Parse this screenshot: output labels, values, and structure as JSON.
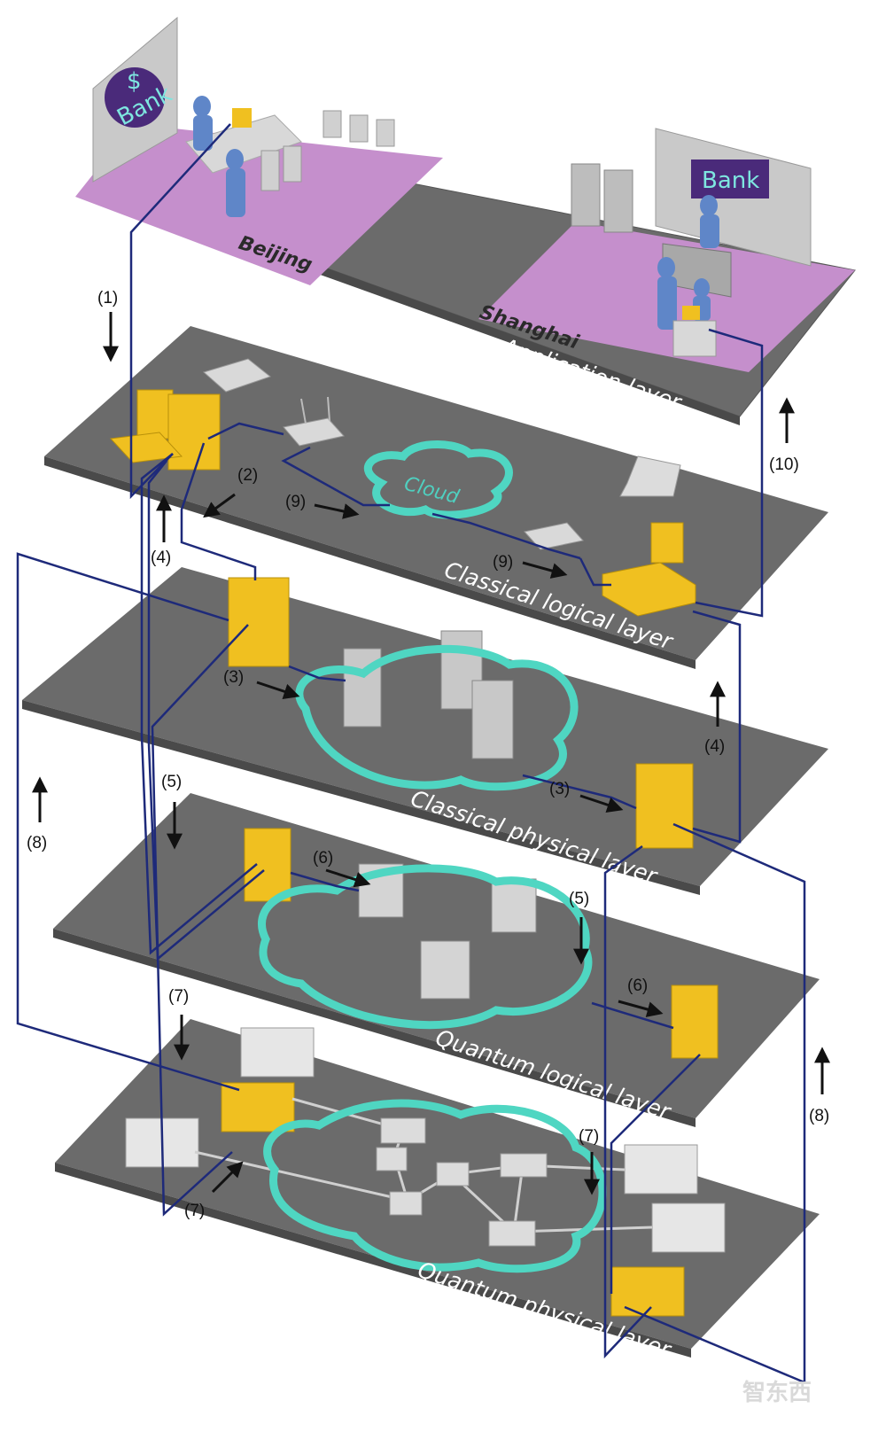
{
  "layers": {
    "application": "Application layer",
    "classical_logical": "Classical logical layer",
    "classical_physical": "Classical physical layer",
    "quantum_logical": "Quantum logical layer",
    "quantum_physical": "Quantum physical layer"
  },
  "cities": {
    "beijing": "Beijing",
    "shanghai": "Shanghai"
  },
  "signs": {
    "bank_round": "Bank",
    "bank_rect": "Bank",
    "cloud": "Cloud"
  },
  "steps": {
    "s1": "(1)",
    "s2": "(2)",
    "s3a": "(3)",
    "s3b": "(3)",
    "s4a": "(4)",
    "s4b": "(4)",
    "s5a": "(5)",
    "s5b": "(5)",
    "s6a": "(6)",
    "s6b": "(6)",
    "s7a": "(7)",
    "s7b": "(7)",
    "s7c": "(7)",
    "s8a": "(8)",
    "s8b": "(8)",
    "s9a": "(9)",
    "s9b": "(9)",
    "s10": "(10)"
  },
  "watermark": "智东西",
  "colors": {
    "plane": "#6b6b6b",
    "plane_edge": "#4a4a4a",
    "floor_pink": "#c58fcc",
    "connection_line": "#1e2a7a",
    "cloud_ring": "#4fd6c2",
    "device_yellow": "#f0c020",
    "device_gray": "#c8c8c8",
    "person_blue": "#5f86c8",
    "arrow": "#111111"
  }
}
